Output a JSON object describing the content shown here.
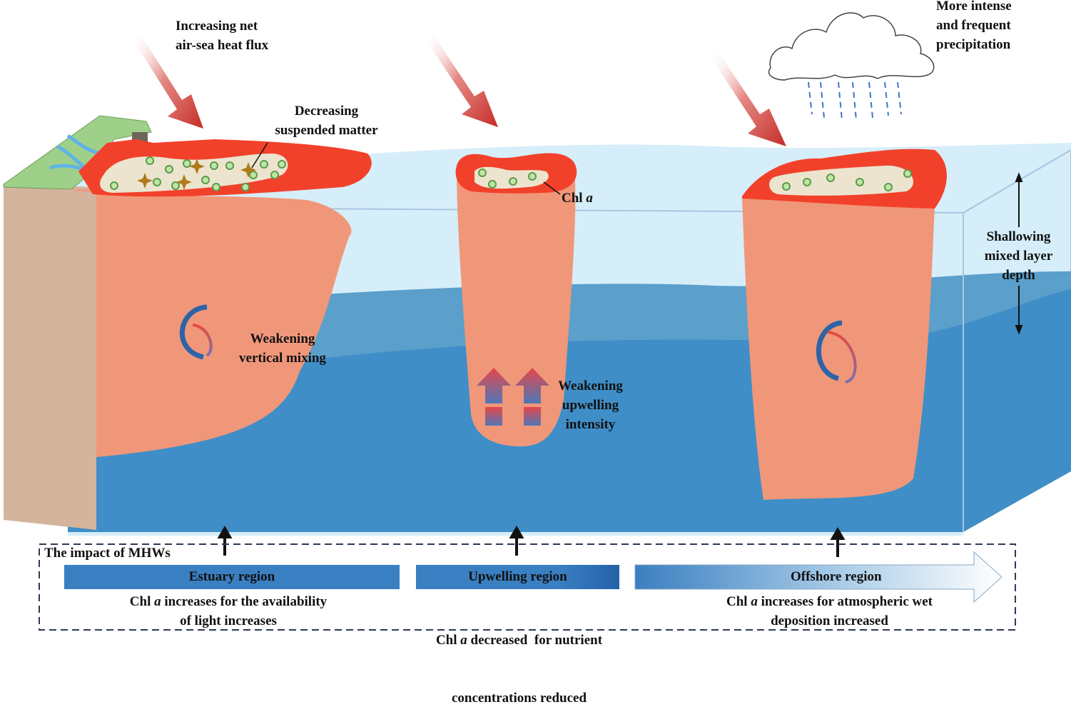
{
  "figure": {
    "subject": "Marine heatwave (MHW) impacts on chlorophyll-a across coastal regions",
    "colors": {
      "sky_water": "#d6eef9",
      "mid_water": "#5b9fcb",
      "deep_water": "#3f8ec7",
      "warm_plume": "#f0977a",
      "hot_surface": "#f2412b",
      "suspended_patch": "#ece4cf",
      "land_green": "#9fd08a",
      "river_blue": "#5fb4e6",
      "cliff": "#d4b49c",
      "region_band": "#3a7fc1",
      "heat_arrow": "#c9302c",
      "text": "#111111"
    }
  },
  "labels": {
    "heat_flux": [
      "Increasing net",
      "air-sea heat flux"
    ],
    "suspended": [
      "Decreasing",
      "suspended matter"
    ],
    "chl_marker": {
      "prefix": "Chl ",
      "italic": "a"
    },
    "precipitation": [
      "More intense",
      "and frequent",
      "precipitation"
    ],
    "mld": [
      "Shallowing",
      "mixed layer",
      "depth"
    ],
    "vertical_mixing": [
      "Weakening",
      "vertical mixing"
    ],
    "upwelling": [
      "Weakening",
      "upwelling",
      "intensity"
    ]
  },
  "impact_box": {
    "title": "The impact of MHWs",
    "regions": [
      {
        "name": "Estuary region",
        "desc_line1_italic": "a",
        "desc_line1_prefix": "Chl ",
        "desc_line1_rest": " increases for the availability",
        "desc_line2": "of light increases"
      },
      {
        "name": "Upwelling region",
        "desc_line1_italic": "a",
        "desc_line1_prefix": "Chl ",
        "desc_line1_rest": " decreased  for nutrient",
        "desc_line2": "concentrations reduced"
      },
      {
        "name": "Offshore region",
        "desc_line1_italic": "a",
        "desc_line1_prefix": "Chl ",
        "desc_line1_rest": " increases for atmospheric wet",
        "desc_line2": "deposition increased"
      }
    ]
  }
}
